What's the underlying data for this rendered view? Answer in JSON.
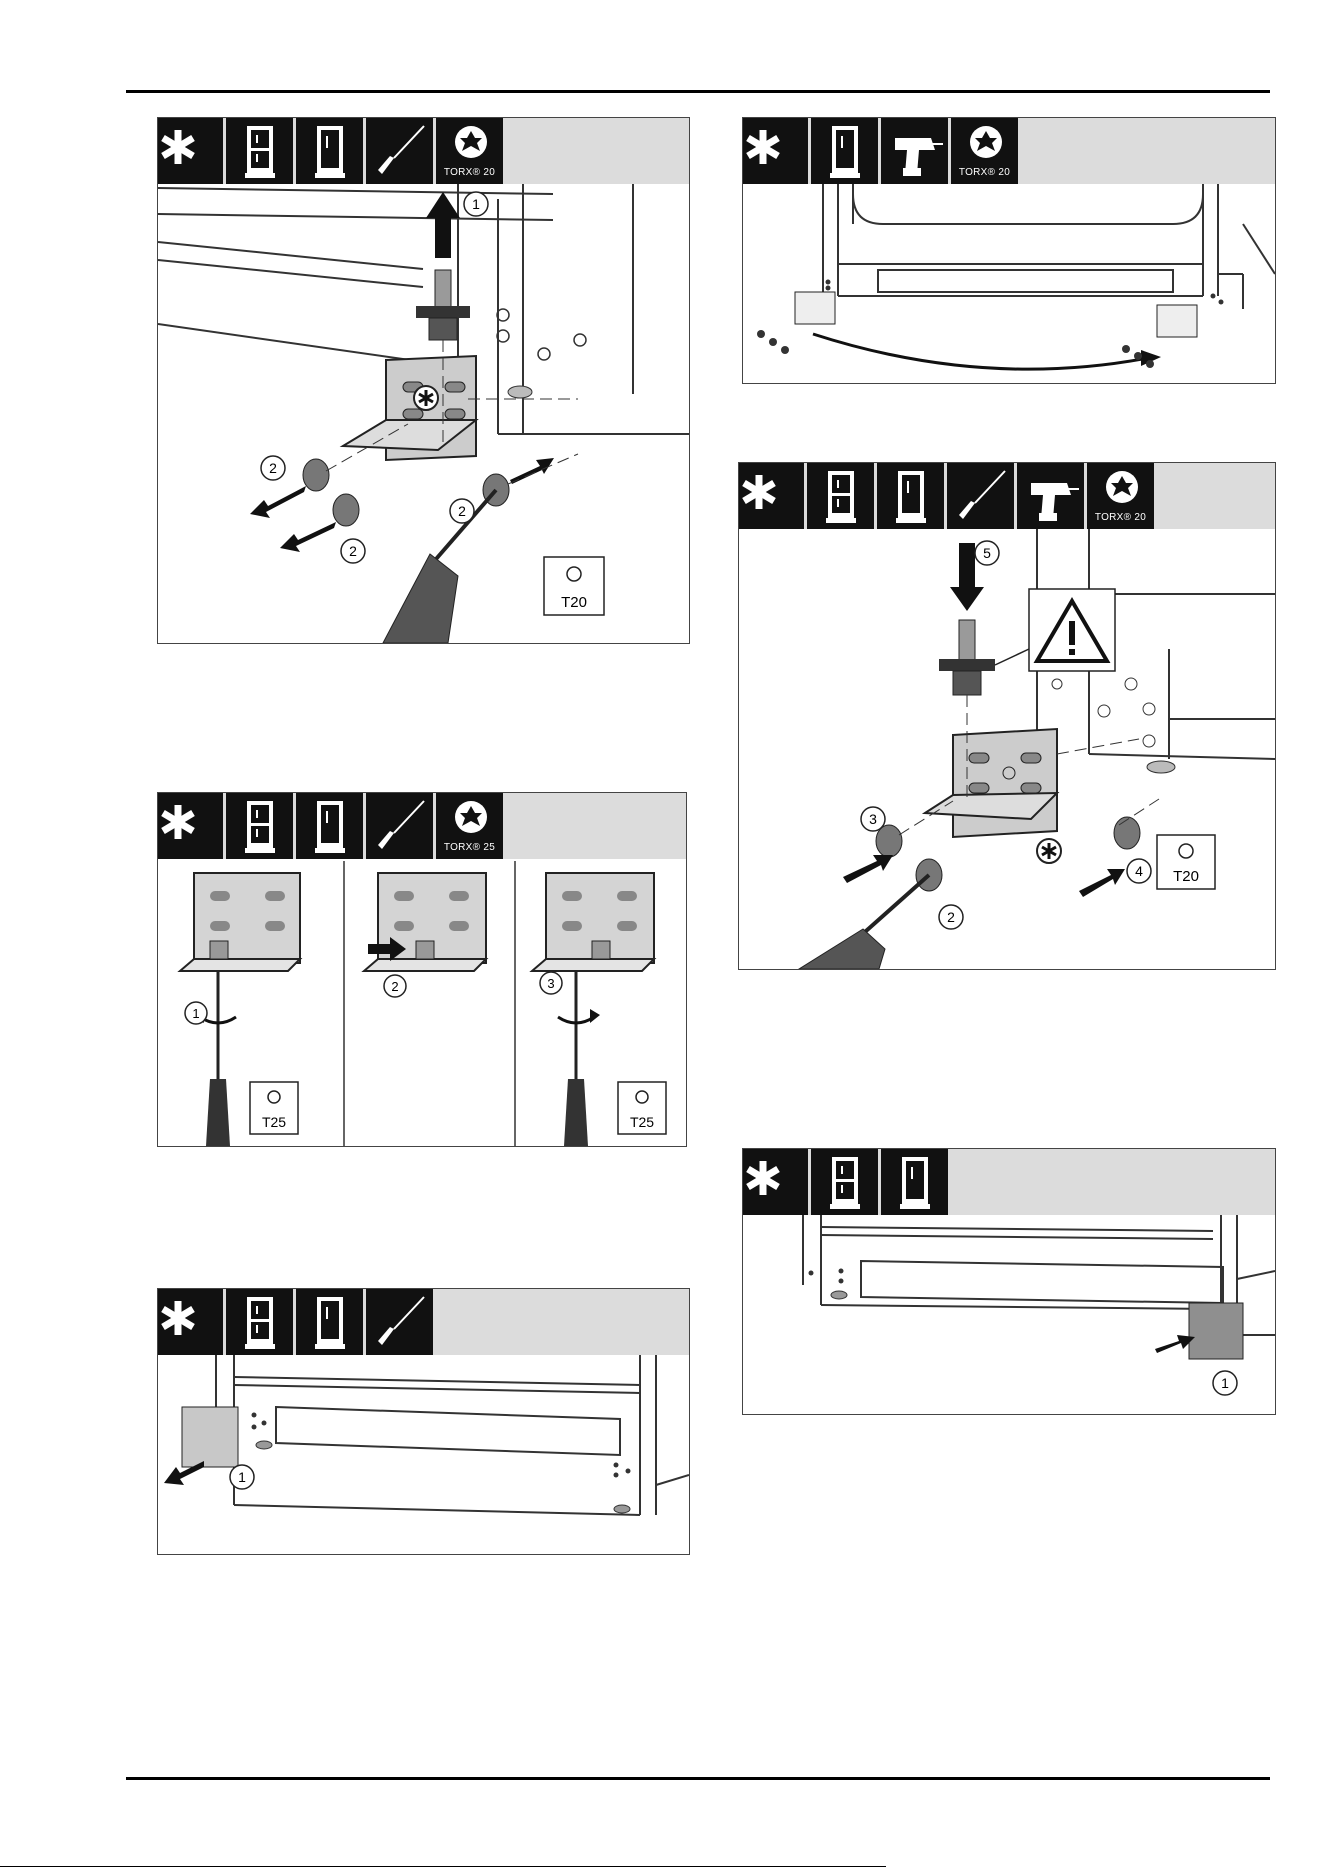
{
  "header_rule": true,
  "footer_rule": true,
  "panels": {
    "remove_hinge_pin": {
      "icons": [
        "asterisk-icon",
        "fridge-freezer-icon",
        "fridge-icon",
        "screwdriver-icon",
        "torx-icon"
      ],
      "torx_label": "TORX® 20",
      "callouts": [
        "1",
        "2",
        "2",
        "2"
      ],
      "tool_label": "T20"
    },
    "move_hinge_plates": {
      "icons": [
        "asterisk-icon",
        "fridge-icon",
        "cordless-drill-icon",
        "torx-icon"
      ],
      "torx_label": "TORX® 20"
    },
    "adjust_hinge_pin": {
      "icons": [
        "asterisk-icon",
        "fridge-freezer-icon",
        "fridge-icon",
        "screwdriver-icon",
        "torx-icon"
      ],
      "torx_label": "TORX® 25",
      "callouts": [
        "1",
        "2",
        "3"
      ],
      "tool_labels": [
        "T25",
        "T25"
      ]
    },
    "install_hinge": {
      "icons": [
        "asterisk-icon",
        "fridge-freezer-icon",
        "fridge-icon",
        "screwdriver-icon",
        "cordless-drill-icon",
        "torx-icon"
      ],
      "torx_label": "TORX® 20",
      "callouts": [
        "5",
        "3",
        "4",
        "2"
      ],
      "tool_label": "T20"
    },
    "remove_cover": {
      "icons": [
        "asterisk-icon",
        "fridge-freezer-icon",
        "fridge-icon",
        "screwdriver-icon"
      ],
      "callouts": [
        "1"
      ]
    },
    "insert_cover": {
      "icons": [
        "asterisk-icon",
        "fridge-freezer-icon",
        "fridge-icon"
      ],
      "callouts": [
        "1"
      ]
    }
  }
}
